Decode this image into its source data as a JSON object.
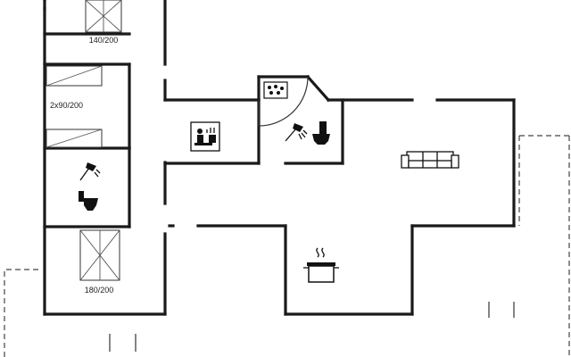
{
  "bed_labels": {
    "top": "140/200",
    "middle": "2x90/200",
    "bottom": "180/200"
  },
  "icons": [
    "sauna-icon",
    "whirlpool-icon",
    "shower-icon",
    "toilet-icon",
    "sofa-icon",
    "cooking-pot-icon"
  ],
  "colors": {
    "wall": "#1a1a1a",
    "background": "#ffffff"
  }
}
